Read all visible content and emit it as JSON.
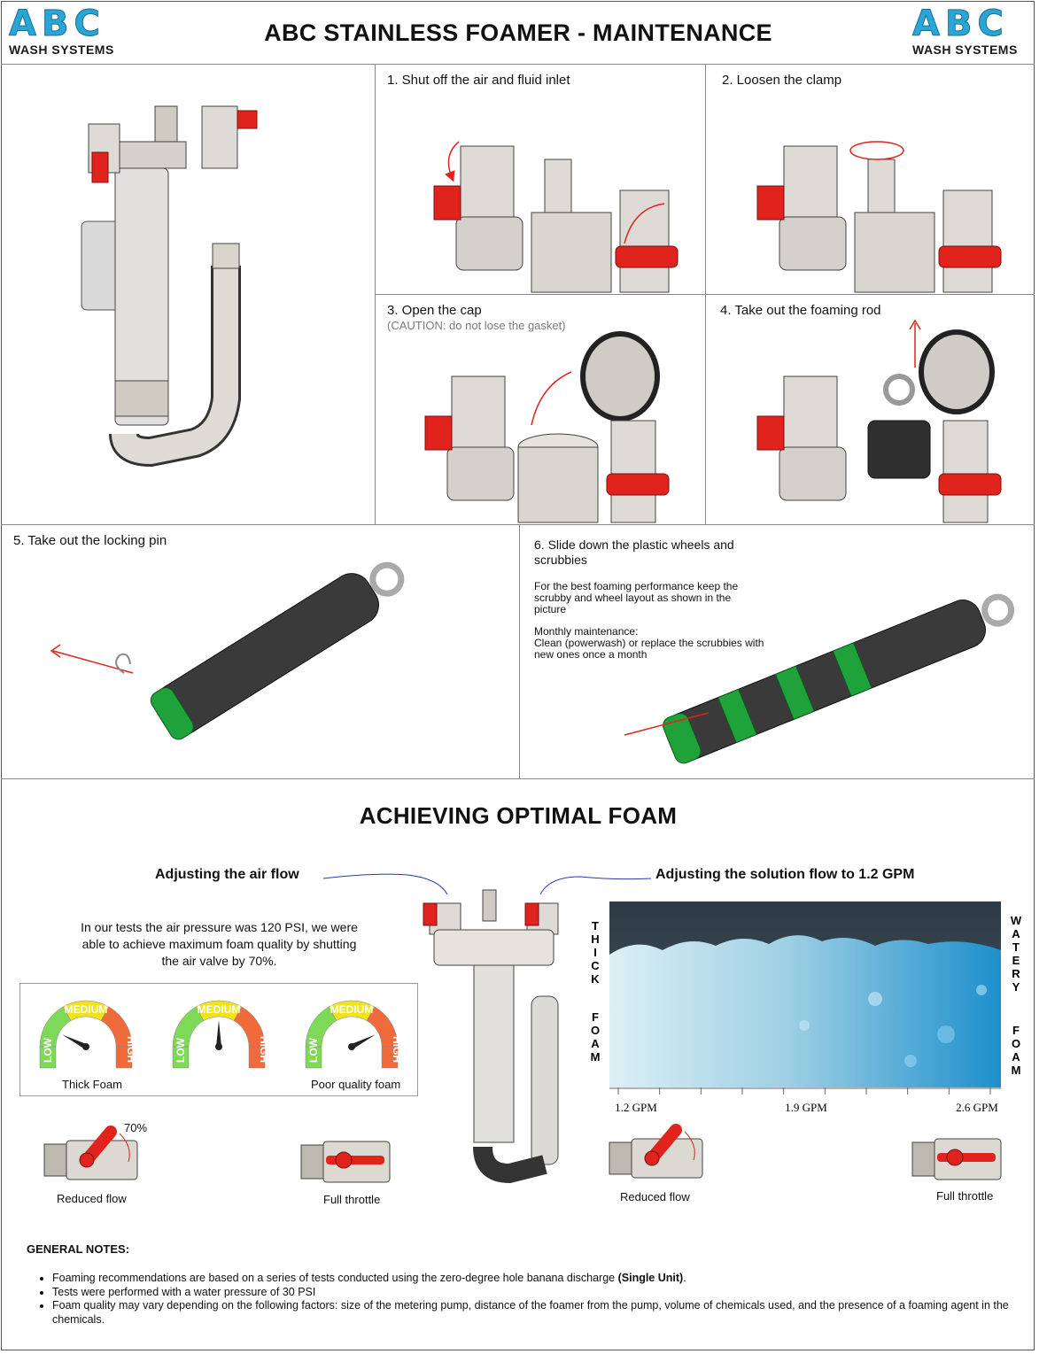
{
  "header": {
    "logo_mark": "ABC",
    "logo_sub": "WASH SYSTEMS",
    "title": "ABC STAINLESS FOAMER - MAINTENANCE"
  },
  "steps": [
    {
      "label": "1. Shut off the air and fluid inlet"
    },
    {
      "label": "2. Loosen the clamp"
    },
    {
      "label": "3. Open the cap",
      "caution": "(CAUTION: do not lose the gasket)"
    },
    {
      "label": "4. Take out the foaming rod"
    },
    {
      "label": "5. Take out the locking pin"
    },
    {
      "label": "6. Slide down the plastic wheels and scrubbies",
      "note_1": "For the best foaming performance keep the scrubby and wheel layout as shown in the picture",
      "note_2_title": "Monthly maintenance:",
      "note_2_body": "Clean (powerwash) or replace the scrubbies with new ones once a month"
    }
  ],
  "foam": {
    "title": "ACHIEVING OPTIMAL FOAM",
    "air_heading": "Adjusting the air flow",
    "solution_heading": "Adjusting the solution flow to 1.2 GPM",
    "air_text": "In our tests the air pressure was 120 PSI, we were able to achieve maximum foam quality by shutting the air valve by 70%.",
    "gauges": [
      {
        "low": "LOW",
        "medium": "MEDIUM",
        "high": "HIGH",
        "needle_level": 0.15,
        "caption": "Thick Foam"
      },
      {
        "low": "LOW",
        "medium": "MEDIUM",
        "high": "HIGH",
        "needle_level": 0.5,
        "caption": ""
      },
      {
        "low": "LOW",
        "medium": "MEDIUM",
        "high": "HIGH",
        "needle_level": 0.85,
        "caption": "Poor quality foam"
      }
    ],
    "valve_percent": "70%",
    "valve_reduced": "Reduced flow",
    "valve_full": "Full throttle",
    "left_vertical": "THICK FOAM",
    "right_vertical": "WATERY FOAM",
    "gpm_ticks": [
      "1.2 GPM",
      "1.9 GPM",
      "2.6 GPM"
    ]
  },
  "notes": {
    "heading": "GENERAL NOTES:",
    "item1_pre": "Foaming recommendations are based on a series of tests conducted using the zero-degree hole banana discharge ",
    "item1_bold": "(Single Unit)",
    "item1_post": ".",
    "item2": "Tests were performed with a water pressure of 30 PSI",
    "item3": "Foam quality may vary depending on the following factors: size of the metering pump, distance of the foamer from the pump, volume of chemicals used, and the presence of a foaming agent in the chemicals."
  },
  "colors": {
    "logo_blue": "#2aa6d6",
    "valve_red": "#e0231d",
    "roller_green": "#1fa23a",
    "arrow_red": "#e0231d",
    "foam_blue": "#3aa7d8"
  }
}
